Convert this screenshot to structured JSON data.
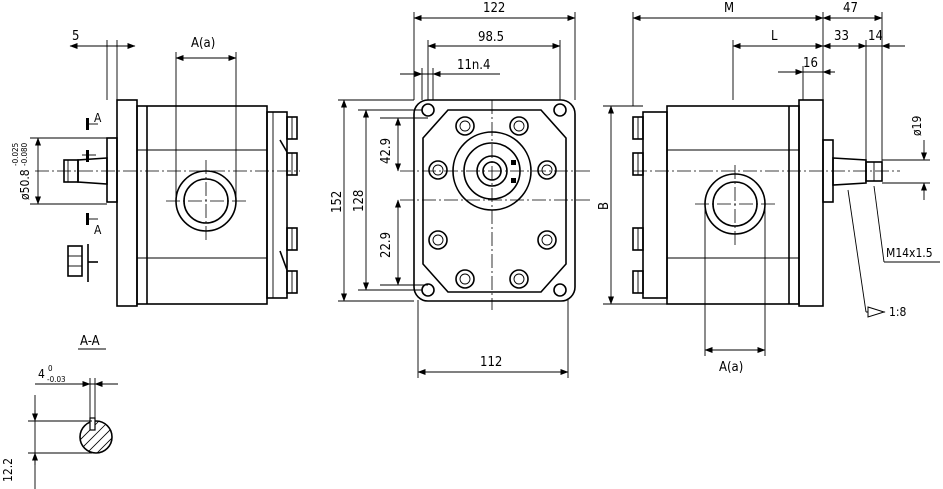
{
  "side_view": {
    "dim_flange_offset": "5",
    "dim_port": "A(a)",
    "section_mark_top": "A",
    "section_mark_bottom": "A",
    "dim_pilot_prefix": "ø50.8",
    "dim_pilot_tol_upper": "-0.025",
    "dim_pilot_tol_lower": "-0.080"
  },
  "section_view": {
    "title": "A-A",
    "dim_key_width": "4",
    "dim_key_tol_upper": "0",
    "dim_key_tol_lower": "-0.03",
    "dim_key_height": "12.2"
  },
  "front_view": {
    "dim_overall_width": "122",
    "dim_hole_spacing": "98.5",
    "dim_holes": "11n.4",
    "dim_height": "152",
    "dim_hole_height": "128",
    "dim_upper": "42.9",
    "dim_lower": "22.9",
    "dim_bottom_width": "112"
  },
  "right_view": {
    "dim_M": "M",
    "dim_47": "47",
    "dim_L": "L",
    "dim_33": "33",
    "dim_14": "14",
    "dim_16": "16",
    "dim_shaft_dia": "ø19",
    "dim_B": "B",
    "dim_thread": "M14x1.5",
    "dim_taper": "1:8",
    "dim_port": "A(a)"
  }
}
